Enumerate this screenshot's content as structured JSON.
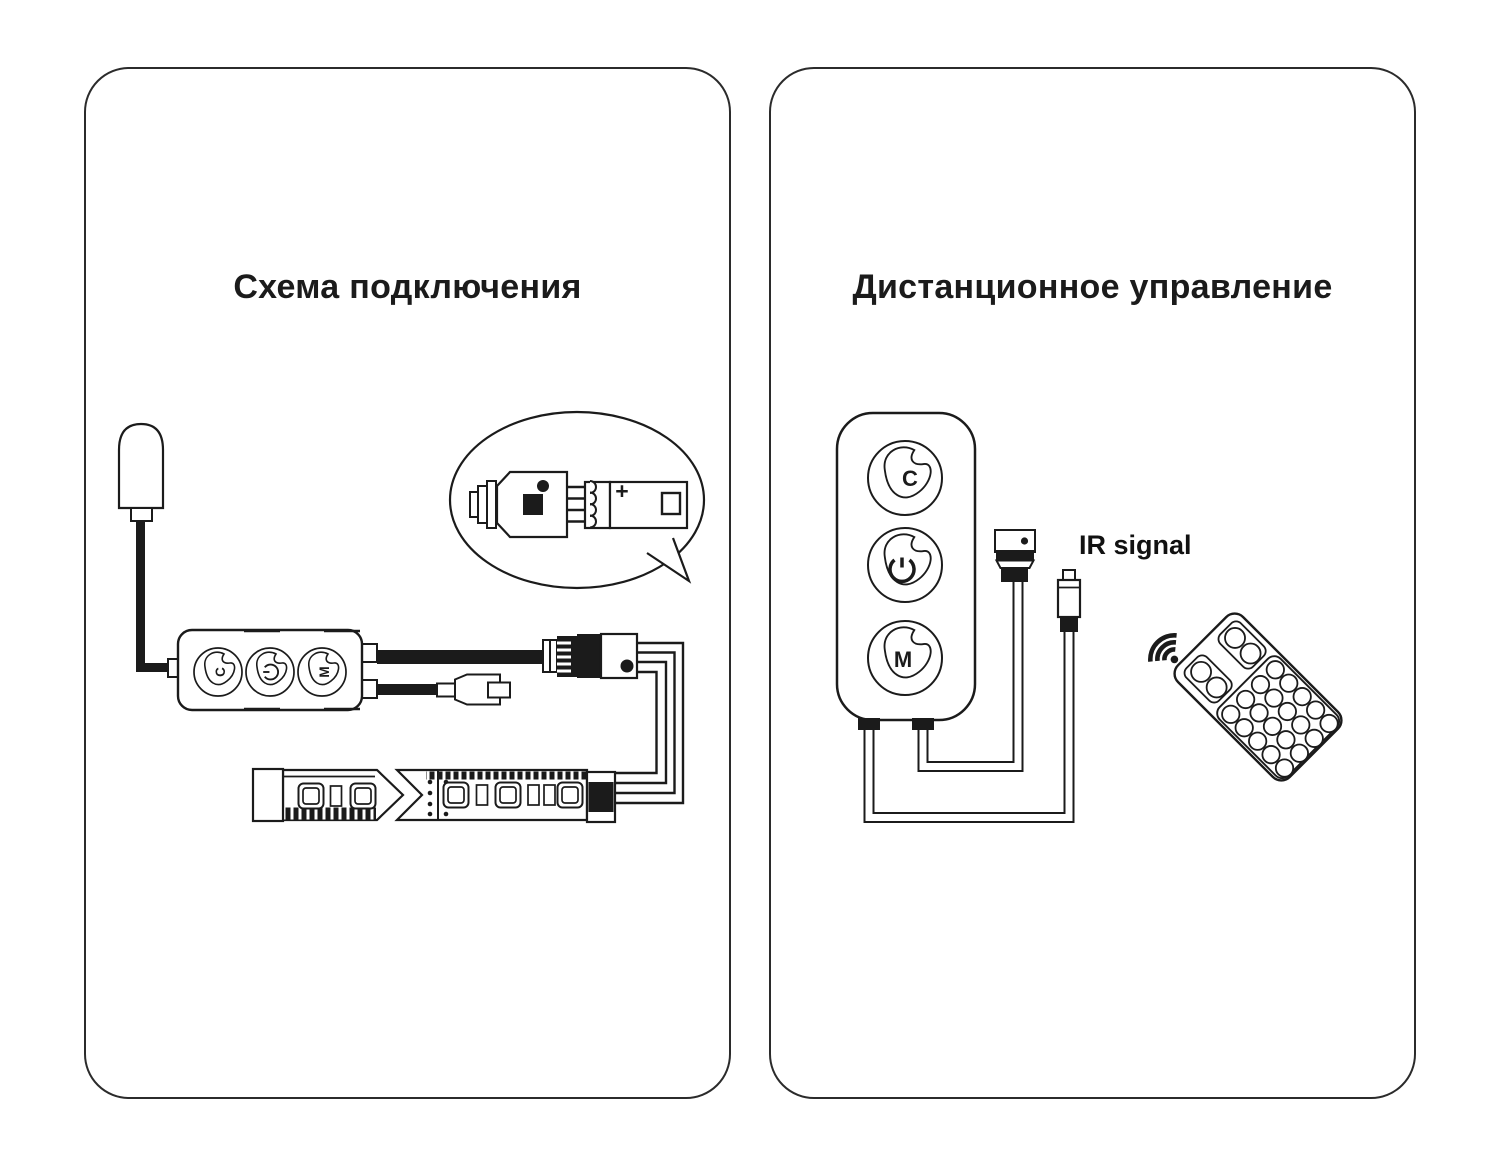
{
  "page": {
    "background": "#ffffff",
    "line_color": "#1b1b1b"
  },
  "left_panel": {
    "title": "Схема подключения",
    "controller": {
      "buttons": [
        {
          "label": "C"
        },
        {
          "icon": "power"
        },
        {
          "label": "M"
        }
      ]
    },
    "callout": {
      "plus_label": "+"
    }
  },
  "right_panel": {
    "title": "Дистанционное управление",
    "ir_signal_label": "IR signal",
    "controller": {
      "buttons": [
        {
          "label": "C"
        },
        {
          "icon": "power"
        },
        {
          "label": "M"
        }
      ]
    }
  }
}
